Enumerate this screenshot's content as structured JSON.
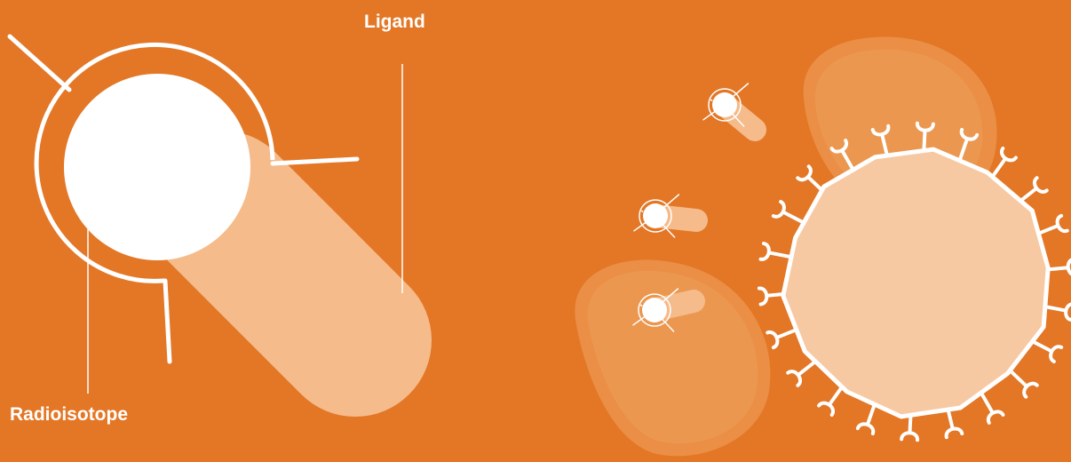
{
  "diagram": {
    "labels": {
      "ligand": "Ligand",
      "radioisotope": "Radioisotope"
    },
    "receptor_count": 22
  },
  "colors": {
    "background": "#E37726",
    "ligand_body": "#F5BB8B",
    "radioisotope": "#FFFFFF",
    "cell_fill": "#F7C9A3",
    "blob_fill": "#EA8F45",
    "blob_inner": "#EB974F",
    "outline": "#FFFFFF"
  }
}
